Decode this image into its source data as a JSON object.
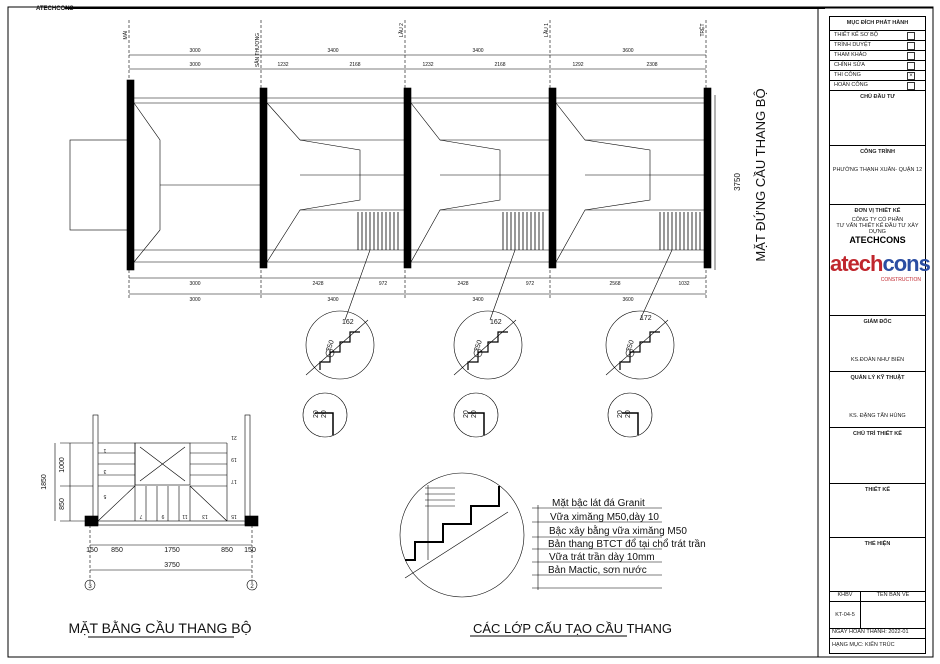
{
  "header_brand": "ATECHCONS",
  "elevation": {
    "title": "MẶT ĐỨNG CẦU THANG BỘ",
    "levels": [
      "MÁI",
      "SÂN THƯỢNG",
      "LẦU 2",
      "LẦU 1",
      "TRỆT"
    ],
    "top_dims_overall": [
      "3000",
      "3400",
      "3400",
      "3600"
    ],
    "top_dims_detail": [
      "3000",
      "1232",
      "2168",
      "1232",
      "2168",
      "1292",
      "2308"
    ],
    "bottom_dims_detail": [
      "3000",
      "2428",
      "972",
      "2428",
      "972",
      "2568",
      "1032"
    ],
    "bottom_dims_overall": [
      "3000",
      "3400",
      "3400",
      "3600"
    ],
    "height_dim": "3750"
  },
  "step_details": [
    {
      "tread": "162",
      "riser": "250",
      "a": "20",
      "b": "20"
    },
    {
      "tread": "162",
      "riser": "250",
      "a": "20",
      "b": "20"
    },
    {
      "tread": "172",
      "riser": "250",
      "a": "20",
      "b": "20"
    }
  ],
  "plan": {
    "title": "MẶT BẰNG CẦU THANG BỘ",
    "vertical_dims": [
      "1850",
      "1000",
      "850"
    ],
    "horizontal_dims": [
      "150",
      "850",
      "1750",
      "850",
      "150"
    ],
    "total_dim": "3750",
    "axes": [
      "3",
      "2"
    ],
    "step_numbers": [
      "1",
      "3",
      "5",
      "7",
      "9",
      "11",
      "13",
      "15",
      "17",
      "19",
      "21"
    ]
  },
  "layers": {
    "title": "CÁC LỚP CẤU TẠO CẦU THANG",
    "items": [
      "Mặt  bậc lát đá Granit",
      "Vữa ximăng M50,dày 10",
      "Bậc xây bằng vữa ximăng M50",
      "Bản thang BTCT đổ tại chổ trát trần",
      "Vữa trát trần dày 10mm",
      "Bản Mactic, sơn nước"
    ]
  },
  "title_block": {
    "purpose_header": "MỤC ĐÍCH PHÁT HÀNH",
    "purposes": [
      {
        "label": "THIẾT KẾ SƠ BỘ",
        "checked": false
      },
      {
        "label": "TRÌNH DUYỆT",
        "checked": false
      },
      {
        "label": "THAM KHẢO",
        "checked": false
      },
      {
        "label": "CHỈNH SỬA",
        "checked": false
      },
      {
        "label": "THI CÔNG",
        "checked": true
      },
      {
        "label": "HOÀN CÔNG",
        "checked": false
      }
    ],
    "owner_header": "CHỦ ĐẦU TƯ",
    "project_header": "CÔNG TRÌNH",
    "project": "PHƯỜNG THẠNH XUÂN- QUẬN 12",
    "designer_header": "ĐƠN VỊ THIẾT KẾ",
    "company_line1": "CÔNG TY CỔ PHẦN",
    "company_line2": "TƯ VẤN THIẾT KẾ ĐẦU TƯ XÂY DỰNG",
    "company_name": "ATECHCONS",
    "logo_text_a": "atech",
    "logo_text_b": "cons",
    "logo_sub": "CONSTRUCTION",
    "director_header": "GIÁM ĐỐC",
    "director": "KS.ĐOÀN NHƯ BIỂN",
    "tech_header": "QUẢN LÝ KỸ THUẬT",
    "tech": "KS. ĐẶNG TẤN HÙNG",
    "lead_header": "CHỦ TRÌ THIẾT KẾ",
    "design_header": "THIẾT KẾ",
    "draft_header": "THỂ HIỆN",
    "code_header": "KHBV",
    "name_header": "TÊN BẢN VẼ",
    "code": "KT-04-5",
    "date": "NGÀY HOÀN THÀNH: 2022-01",
    "category": "HẠNG MỤC: KIẾN TRÚC"
  }
}
